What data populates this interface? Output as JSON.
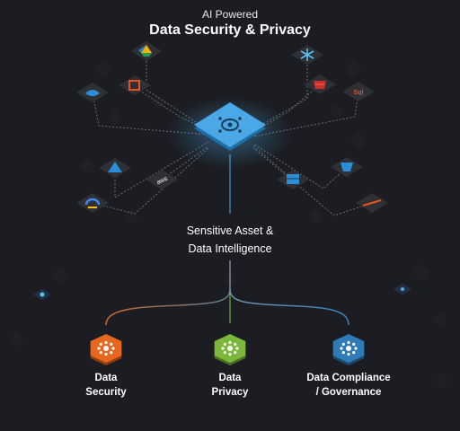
{
  "header": {
    "subtitle": "AI Powered",
    "title": "Data Security & Privacy"
  },
  "hub": {
    "label_line1": "Sensitive Asset &",
    "label_line2": "Data Intelligence"
  },
  "outcomes": [
    {
      "line1": "Data",
      "line2": "Security",
      "color": "#e8661e",
      "icon": "data-security-hub-icon"
    },
    {
      "line1": "Data",
      "line2": "Privacy",
      "color": "#7bb83a",
      "icon": "data-privacy-hub-icon"
    },
    {
      "line1": "Data Compliance",
      "line2": "/ Governance",
      "color": "#2e7bb8",
      "icon": "data-compliance-hub-icon"
    }
  ],
  "sources": [
    {
      "name": "google-drive-icon"
    },
    {
      "name": "snowflake-icon"
    },
    {
      "name": "azure-storage-icon"
    },
    {
      "name": "office-365-icon"
    },
    {
      "name": "redshift-icon"
    },
    {
      "name": "sql-icon"
    },
    {
      "name": "azure-icon"
    },
    {
      "name": "aws-icon"
    },
    {
      "name": "aws-s3-icon"
    },
    {
      "name": "gcp-icon"
    },
    {
      "name": "database-icon"
    },
    {
      "name": "oracle-icon"
    }
  ],
  "colors": {
    "background": "#1c1d22",
    "hub": "#4aa8e6",
    "connector": "#8a8d94",
    "tile": "#2e3036"
  }
}
